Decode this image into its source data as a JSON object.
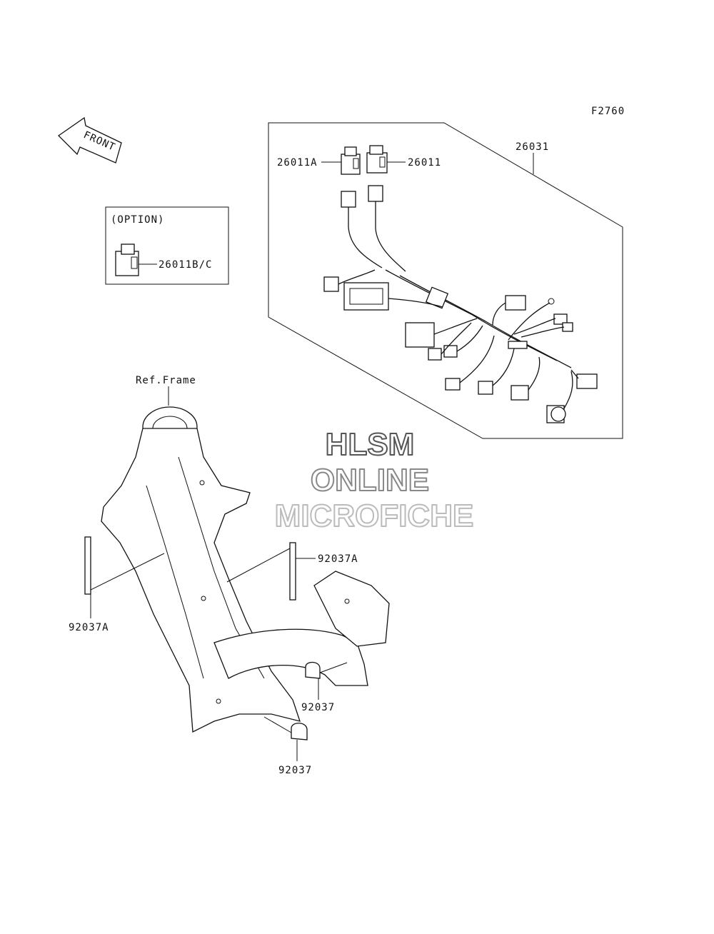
{
  "diagram": {
    "figure_code": "F2760",
    "front_arrow_label": "FRONT",
    "option_box_title": "(OPTION)",
    "ref_frame_label": "Ref.Frame",
    "parts": {
      "harness": "26031",
      "relay_a": "26011A",
      "relay": "26011",
      "relay_option": "26011B/C",
      "band_left": "92037A",
      "band_right": "92037A",
      "clamp_upper": "92037",
      "clamp_lower": "92037"
    }
  },
  "watermark": {
    "line1": "HLSM",
    "line2": "ONLINE",
    "line3": "MICROFICHE"
  }
}
